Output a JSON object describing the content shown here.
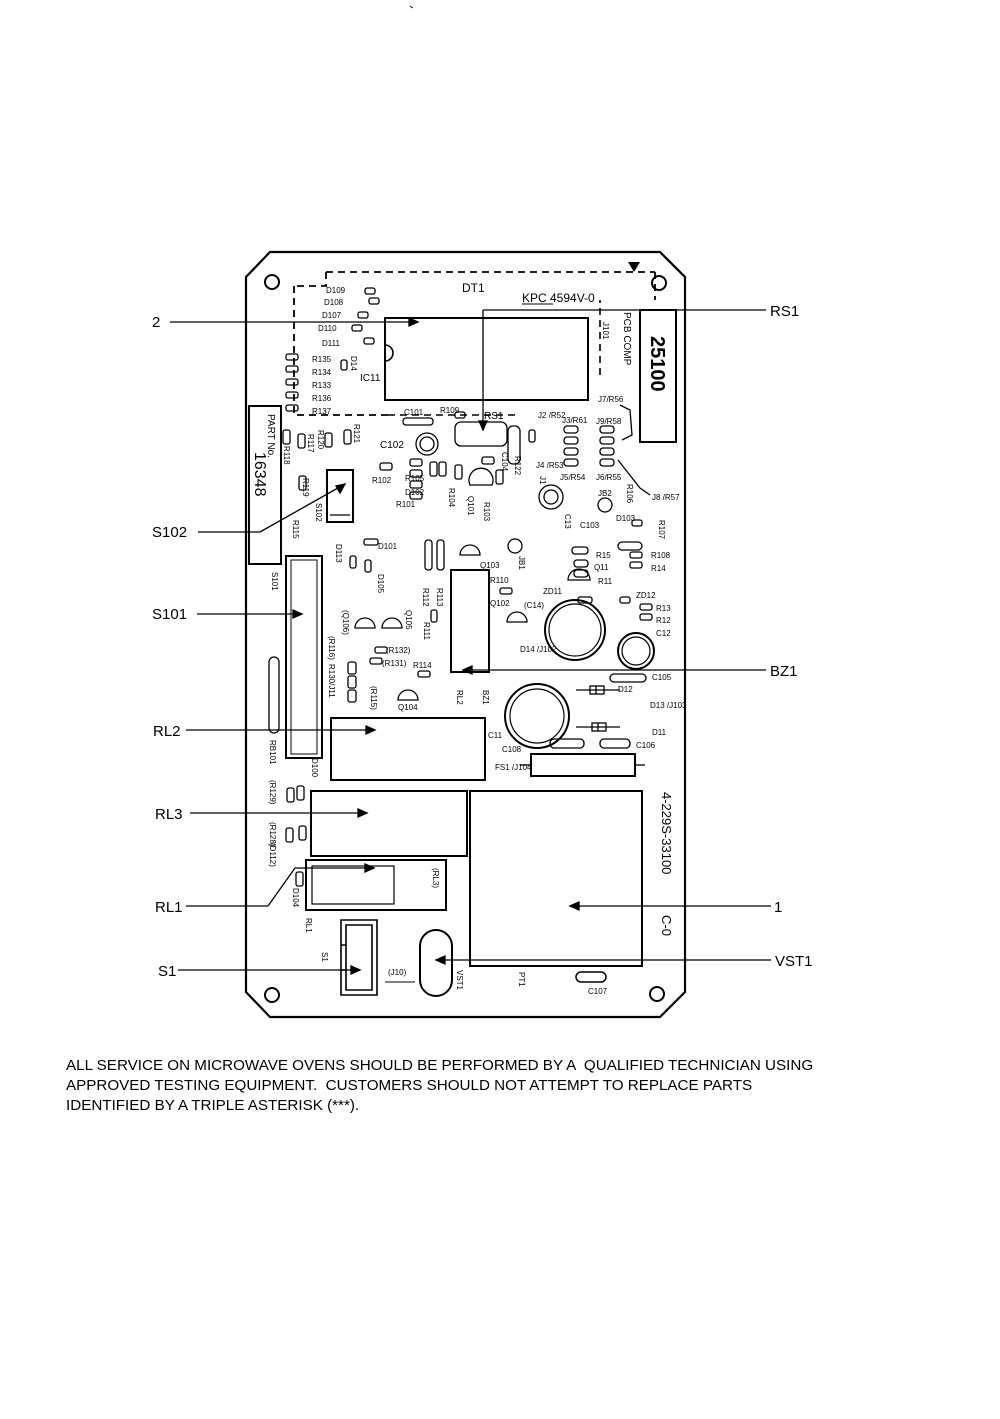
{
  "callouts": {
    "rs1": "RS1",
    "item2": "2",
    "s102": "S102",
    "s101": "S101",
    "bz1": "BZ1",
    "rl2": "RL2",
    "rl3": "RL3",
    "item1": "1",
    "rl1": "RL1",
    "s1": "S1",
    "vst1": "VST1"
  },
  "board": {
    "model": "KPC 4594V-0",
    "pcb_comp": "PCB COMP",
    "code": "25100",
    "part_label": "PART No.",
    "part_no": "16348",
    "board_no": "4-229S-33100",
    "rev": "C-0",
    "dt1": "DT1",
    "j101": "J101",
    "ic11": "IC11",
    "d109": "D109",
    "d108": "D108",
    "d107": "D107",
    "d110": "D110",
    "d111": "D111",
    "r135": "R135",
    "r134": "R134",
    "r133": "R133",
    "r136": "R136",
    "r137": "R137",
    "d14": "D14",
    "c101": "C101",
    "r109": "R109",
    "rs1": "RS1",
    "c102": "C102",
    "r118": "R118",
    "r117": "R117",
    "r120": "R120",
    "r121": "R121",
    "r102": "R102",
    "r105": "R105",
    "d102": "D102",
    "r101": "R101",
    "r104": "R104",
    "q101": "Q101",
    "r103": "R103",
    "r122": "R122",
    "c104": "C104",
    "r119": "R119",
    "s102": "S102",
    "r115": "R115",
    "d101": "D101",
    "d113": "D113",
    "d105": "D105",
    "j1": "J1",
    "c13": "C13",
    "jb2": "JB2",
    "d103": "D103",
    "c103": "C103",
    "r107": "R107",
    "q103": "Q103",
    "jb1": "JB1",
    "r15": "R15",
    "r108": "R108",
    "q11": "Q11",
    "r14": "R14",
    "r11": "R11",
    "zd11": "ZD11",
    "zd12": "ZD12",
    "r13": "R13",
    "r12": "R12",
    "c12": "C12",
    "r110": "R110",
    "q102": "Q102",
    "c14": "(C14)",
    "d14j102": "D14 /J102",
    "r112": "R112",
    "r113": "R113",
    "r111": "R111",
    "s101": "S101",
    "q106": "(Q106)",
    "q105": "Q105",
    "r116": "(R116)",
    "r130j11": "R130/J11",
    "r132": "(R132)",
    "r131": "(R131)",
    "r114": "R114",
    "r115b": "(R115)",
    "q104": "Q104",
    "rl2": "RL2",
    "bz1": "BZ1",
    "c105": "C105",
    "d12": "D12",
    "d13j103": "D13 /J103",
    "c11": "C11",
    "d11": "D11",
    "c108": "C108",
    "c106": "C106",
    "fs1": "FS1 /J104",
    "rb101": "RB101",
    "d100": "D100",
    "r129": "(R129)",
    "r128": "(R128)",
    "d112": "(D112)",
    "rl3b": "(RL3)",
    "d104": "D104",
    "rl1": "RL1",
    "s1": "S1",
    "j10": "(J10)",
    "vst1": "VST1",
    "pt1": "PT1",
    "c107": "C107",
    "j2r52": "J2 /R52",
    "j3r61": "J3/R61",
    "j4r53": "J4 /R53",
    "j5r54": "J5/R54",
    "j6r55": "J6/R55",
    "j7r56": "J7/R56",
    "j8r57": "J8 /R57",
    "j9r58": "J9/R58",
    "r106": "R106"
  },
  "notice": {
    "text": "ALL SERVICE ON MICROWAVE OVENS SHOULD BE PERFORMED BY A  QUALIFIED TECHNICIAN USING\nAPPROVED TESTING EQUIPMENT.  CUSTOMERS SHOULD NOT ATTEMPT TO REPLACE PARTS\nIDENTIFIED BY A TRIPLE ASTERISK (***)."
  }
}
